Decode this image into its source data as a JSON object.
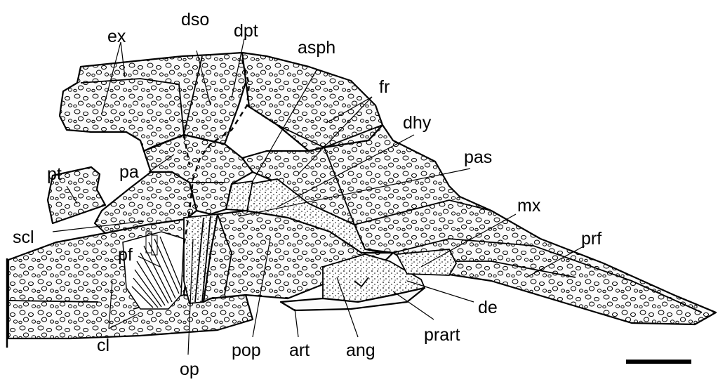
{
  "labels": {
    "ex": "ex",
    "dso": "dso",
    "dpt": "dpt",
    "asph": "asph",
    "fr": "fr",
    "dhy": "dhy",
    "pas": "pas",
    "pt": "pt",
    "pa": "pa",
    "scl": "scl",
    "mx": "mx",
    "prf": "prf",
    "pf": "pf",
    "de": "de",
    "cl": "cl",
    "op": "op",
    "pop": "pop",
    "art": "art",
    "ang": "ang",
    "prart": "prart"
  },
  "colors": {
    "ink": "#000000",
    "background": "#ffffff"
  }
}
